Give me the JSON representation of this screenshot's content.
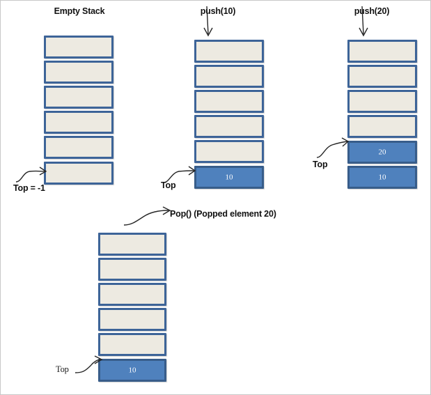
{
  "diagram": {
    "title_semantic": "stack-push-pop-operations",
    "colors": {
      "empty_cell_fill": "#edeae1",
      "empty_cell_border": "#3d6498",
      "filled_cell_fill": "#4f81bd",
      "filled_cell_border": "#385d8a",
      "value_text": "#ffffff",
      "label_text": "#111111",
      "arrow": "#262626",
      "background": "#ffffff"
    },
    "panels": [
      {
        "id": "empty-stack",
        "title": "Empty Stack",
        "pointer_label": "Top = -1",
        "cells": [
          {
            "value": "",
            "filled": false
          },
          {
            "value": "",
            "filled": false
          },
          {
            "value": "",
            "filled": false
          },
          {
            "value": "",
            "filled": false
          },
          {
            "value": "",
            "filled": false
          },
          {
            "value": "",
            "filled": false
          }
        ]
      },
      {
        "id": "push-10",
        "title": "push(10)",
        "pointer_label": "Top",
        "cells": [
          {
            "value": "",
            "filled": false
          },
          {
            "value": "",
            "filled": false
          },
          {
            "value": "",
            "filled": false
          },
          {
            "value": "",
            "filled": false
          },
          {
            "value": "",
            "filled": false
          },
          {
            "value": "10",
            "filled": true
          }
        ]
      },
      {
        "id": "push-20",
        "title": "push(20)",
        "pointer_label": "Top",
        "cells": [
          {
            "value": "",
            "filled": false
          },
          {
            "value": "",
            "filled": false
          },
          {
            "value": "",
            "filled": false
          },
          {
            "value": "",
            "filled": false
          },
          {
            "value": "20",
            "filled": true
          },
          {
            "value": "10",
            "filled": true
          }
        ]
      },
      {
        "id": "pop",
        "title": "Pop() (Popped element 20)",
        "pointer_label": "Top",
        "cells": [
          {
            "value": "",
            "filled": false
          },
          {
            "value": "",
            "filled": false
          },
          {
            "value": "",
            "filled": false
          },
          {
            "value": "",
            "filled": false
          },
          {
            "value": "",
            "filled": false
          },
          {
            "value": "10",
            "filled": true
          }
        ]
      }
    ]
  }
}
